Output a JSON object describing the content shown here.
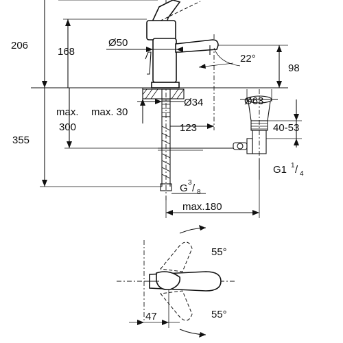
{
  "dimensions": {
    "d206": "206",
    "d168": "168",
    "d_phi50": "Ø50",
    "d_22deg": "22°",
    "d98": "98",
    "d_phi34": "Ø34",
    "d_phi63": "Ø63",
    "d_max_a": "max.",
    "d_max_30": "max. 30",
    "d300": "300",
    "d123": "123",
    "d40_53": "40-53",
    "d355": "355",
    "d_g1": "G1",
    "d_g1_num": "1",
    "d_g1_den": "4",
    "d_g38": "G",
    "d_g38_num": "3",
    "d_g38_den": "8",
    "d_max180": "max.180",
    "d55_top": "55°",
    "d55_bot": "55°",
    "d47": "47"
  }
}
